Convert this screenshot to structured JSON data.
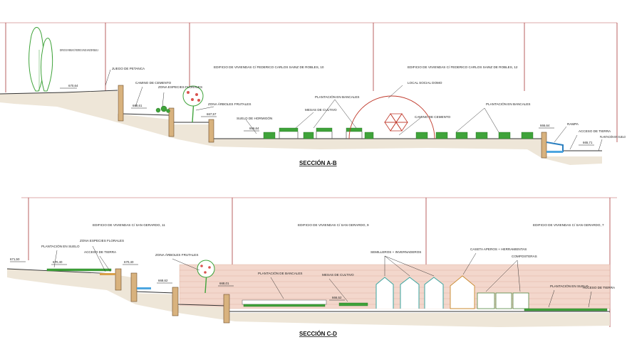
{
  "sections": {
    "ab": {
      "title": "SECCIÓN A-B",
      "buildings": {
        "b1": "EDIFICIO DE VIVIENDAS C/ FEDERICO CARLOS SAINZ DE ROBLES, 8",
        "b2": "EDIFICIO DE VIVIENDAS   C/ FEDERICO CARLOS SAINZ DE ROBLES, 10",
        "b3": "EDIFICIO DE VIVIENDAS   C/ FEDERICO CARLOS SAINZ DE ROBLES, 12"
      },
      "labels": {
        "juego": "JUEGO DE PETANCA",
        "camino1": "CAMINO DE CEMENTO",
        "florales": "ZONA ESPECIES FLORALES",
        "arboles": "ZONA ÁRBOLES FRUTALES",
        "suelo": "SUELO DE HORMIGÓN",
        "mesas": "MESAS DE CULTIVO",
        "bancales1": "PLANTACIÓN EN BANCALES",
        "local": "LOCAL SOCIAL DOMO",
        "camino2": "CAMINO DE CEMENTO",
        "bancales2": "PLANTACIÓN EN BANCALES",
        "rampa": "RAMPA",
        "acceso": "ACCESO DE TIERRA",
        "plant_suelo": "PLANTACIÓN EN SUELO"
      },
      "elevations": [
        "670,64",
        "668,61",
        "667,57",
        "666,64",
        "666,64",
        "665,71"
      ]
    },
    "cd": {
      "title": "SECCIÓN C-D",
      "buildings": {
        "b1": "EDIFICIO DE VIVIENDAS   C/ SAN GERARDO, 11",
        "b2": "EDIFICIO DE VIVIENDAS   C/ SAN GERARDO, 9",
        "b3": "EDIFICIO DE VIVIENDAS   C/ SAN GERARDO, 7"
      },
      "labels": {
        "plant_suelo1": "PLANTACIÓN EN SUELO",
        "florales": "ZONA ESPECIES FLORALES",
        "acceso1": "ACCESO DE TIERRA",
        "arboles": "ZONA ÁRBOLES FRUTALES",
        "bancales": "PLANTACIÓN DE BANCALES",
        "mesas": "MESAS DE CULTIVO",
        "semilleros": "SEMILLEROS + INVERNADEROS",
        "caseta": "CASETA APEROS + HERRAMIENTAS",
        "composteras": "COMPOSTERAS",
        "plant_suelo2": "PLANTACIÓN EN SUELO",
        "acceso2": "ACCESO DE TIERRA"
      },
      "elevations": [
        "671,50",
        "670,40",
        "670,40",
        "668,62",
        "668,01",
        "666,52"
      ]
    }
  },
  "colors": {
    "building_line": "#a83a3a",
    "vegetation": "#3fa33a",
    "wall": "#d8b27e",
    "brick": "#f3d7cc",
    "greenhouse": "#3aa5a0",
    "water": "#4da6e0"
  }
}
